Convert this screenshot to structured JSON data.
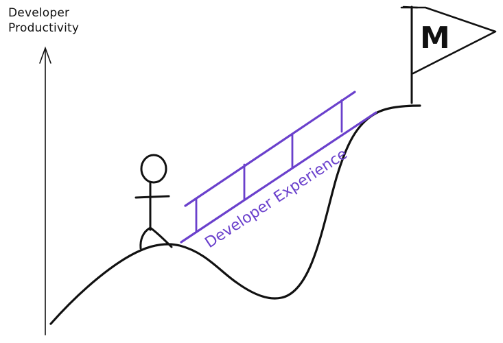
{
  "axis": {
    "label_line1": "Developer",
    "label_line2": "Productivity"
  },
  "bridge": {
    "label": "Developer Experience"
  },
  "flag": {
    "label": "M"
  },
  "colors": {
    "ink": "#111111",
    "bridge": "#6a40cc"
  }
}
